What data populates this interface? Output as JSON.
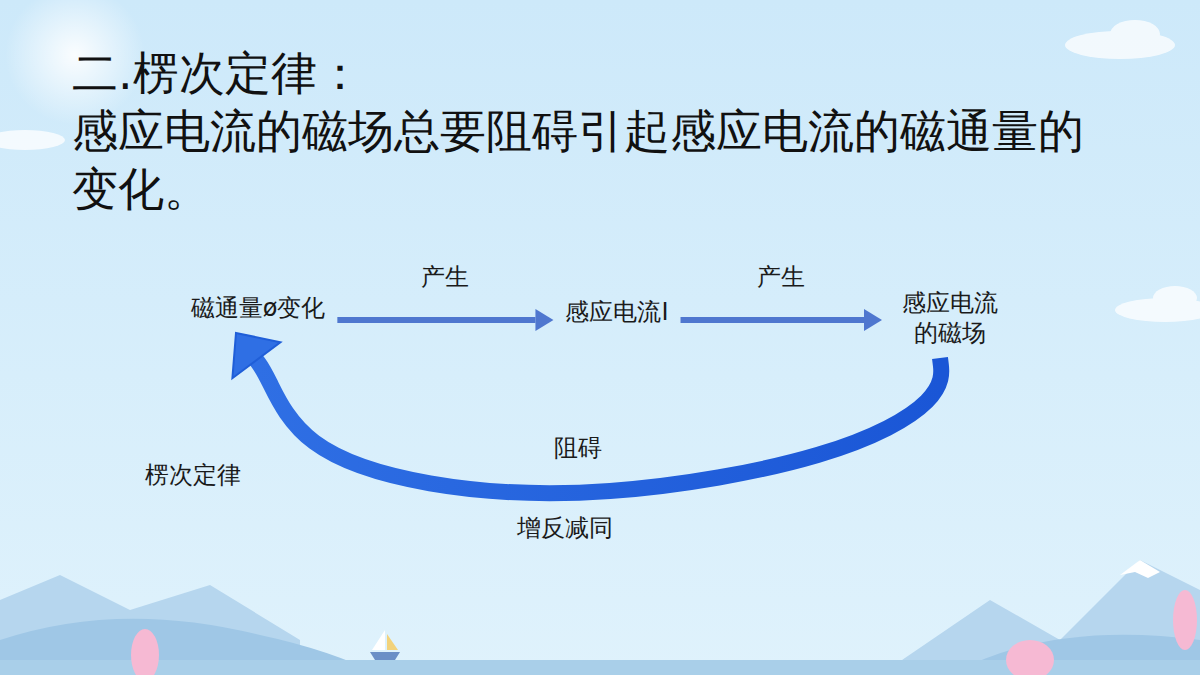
{
  "diagram": {
    "title": "二.楞次定律：",
    "nodes": [
      {
        "text": [
          "磁通量ø变化"
        ]
      },
      {
        "text": [
          "感应电流I"
        ]
      },
      {
        "text": [
          "感应电流 的磁场"
        ]
      }
    ],
    "edges": [
      {
        "from": 0,
        "to": 1,
        "label": "产生",
        "arrow": "to"
      },
      {
        "from": 1,
        "to": 2,
        "label": "产生",
        "arrow": "to"
      },
      {
        "from": 2,
        "to": 0,
        "label": "阻碍",
        "arrow": "to"
      }
    ],
    "labels": [
      "感应电流的磁场总要阻碍引起感应电流的磁通量的变化。",
      "楞次定律",
      "增反减同"
    ]
  }
}
